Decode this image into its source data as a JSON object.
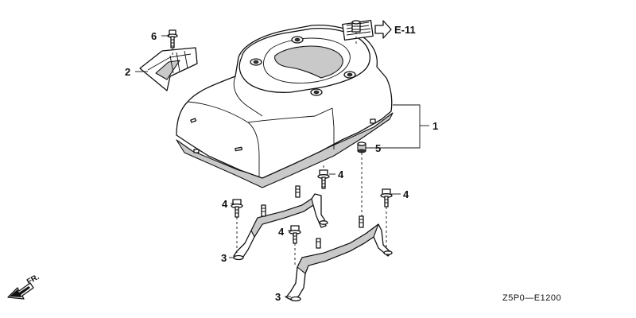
{
  "callouts": {
    "c1": "1",
    "c2": "2",
    "c3a": "3",
    "c3b": "3",
    "c4a": "4",
    "c4b": "4",
    "c4c": "4",
    "c4d": "4",
    "c5": "5",
    "c6": "6"
  },
  "reference": {
    "label": "E-11"
  },
  "direction": {
    "label": "FR."
  },
  "diagram_code": "Z5P0—E1200",
  "colors": {
    "line": "#111111",
    "shade": "#c9c9c9",
    "background": "#ffffff"
  }
}
